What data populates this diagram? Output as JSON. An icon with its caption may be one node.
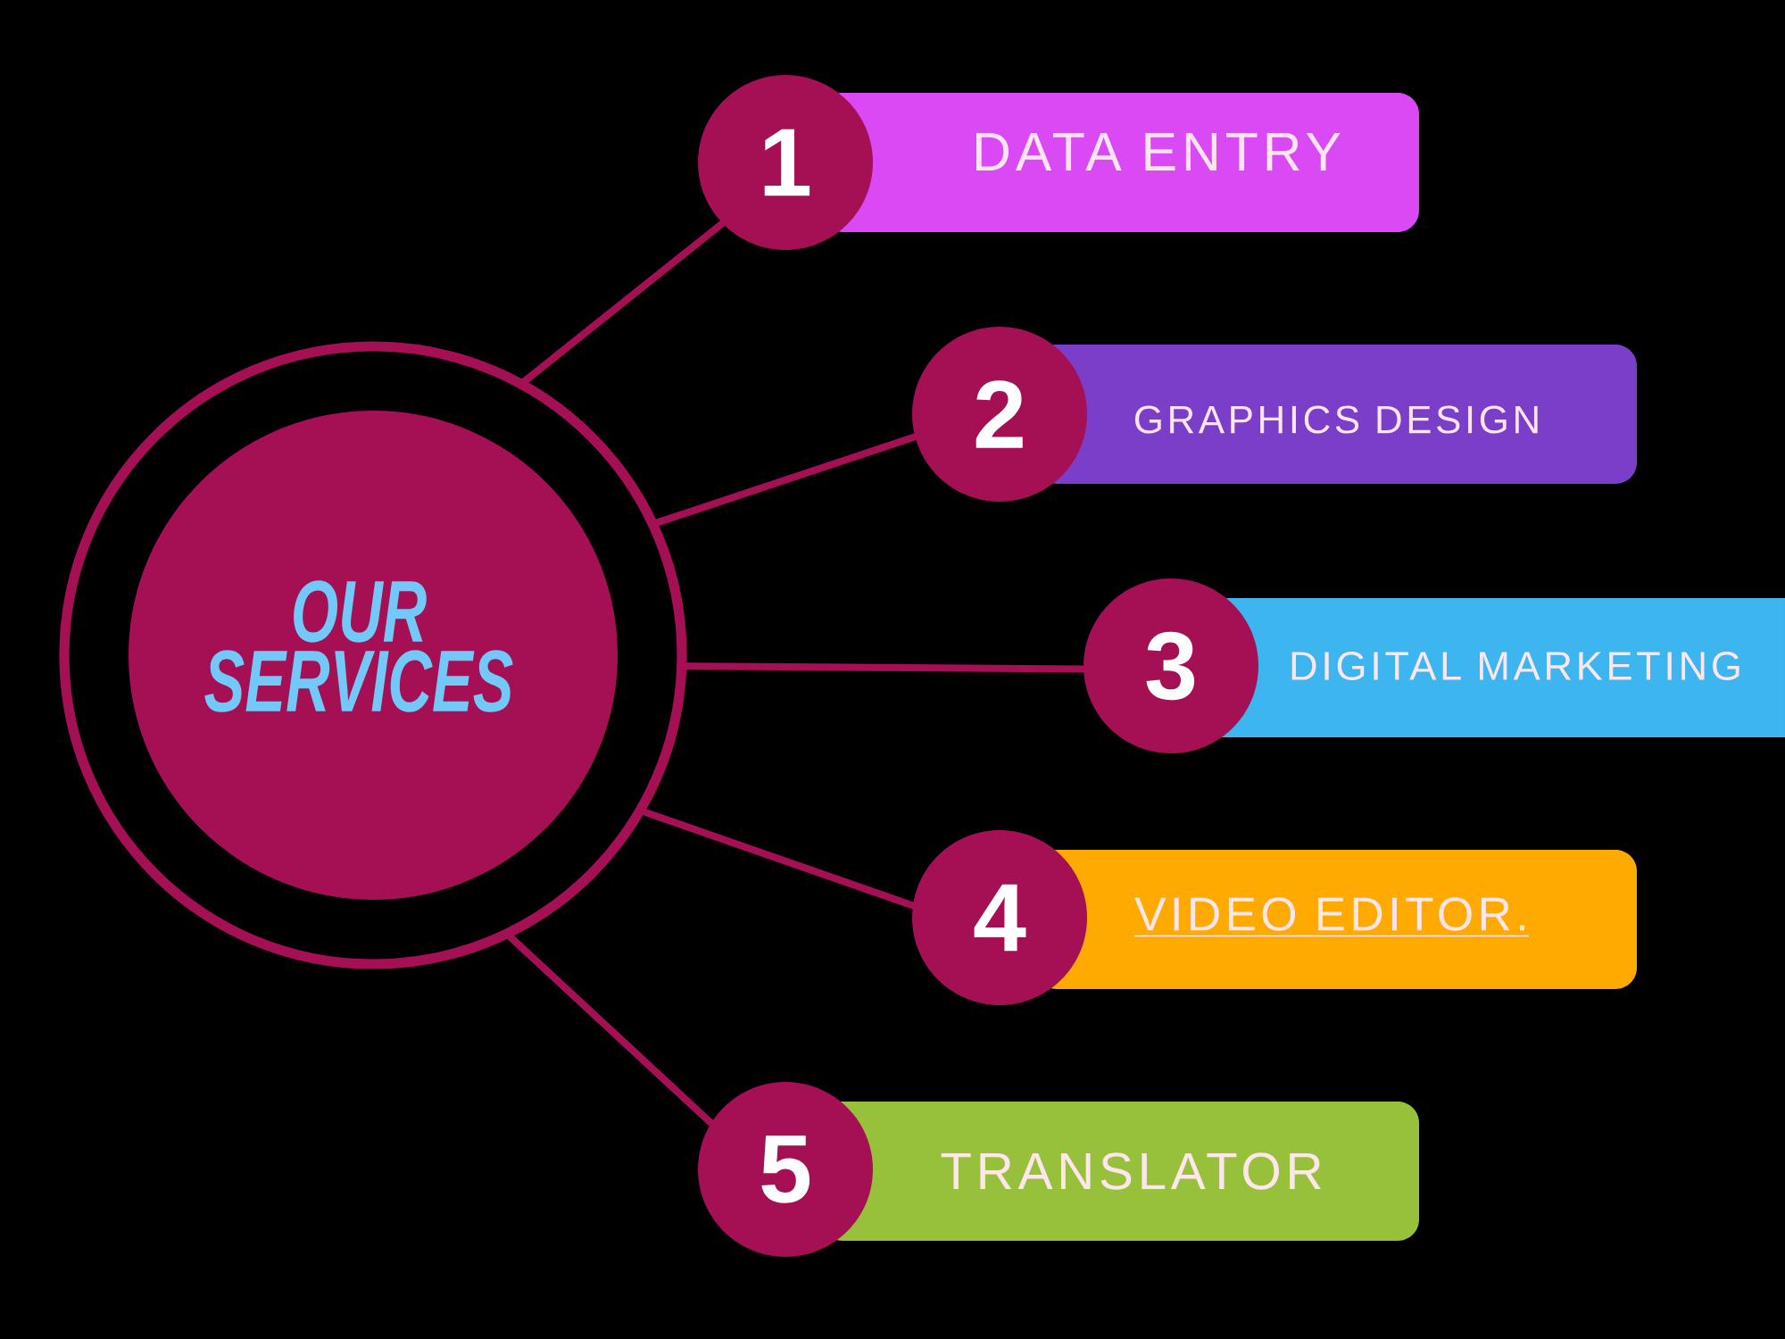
{
  "diagram": {
    "nodes": [
      {
        "text": [
          "OUR SERVICES"
        ]
      },
      {
        "text": [
          "1",
          "DATA ENTRY"
        ]
      },
      {
        "text": [
          "2",
          "GRAPHICS DESIGN"
        ]
      },
      {
        "text": [
          "3",
          "DIGITAL MARKETING"
        ]
      },
      {
        "text": [
          "4",
          "VIDEO EDITOR."
        ]
      },
      {
        "text": [
          "5",
          "TRANSLATOR"
        ]
      }
    ],
    "edges": [
      {
        "from": 0,
        "to": 1,
        "arrow": "none"
      },
      {
        "from": 0,
        "to": 2,
        "arrow": "none"
      },
      {
        "from": 0,
        "to": 3,
        "arrow": "none"
      },
      {
        "from": 0,
        "to": 4,
        "arrow": "none"
      },
      {
        "from": 0,
        "to": 5,
        "arrow": "none"
      }
    ]
  }
}
